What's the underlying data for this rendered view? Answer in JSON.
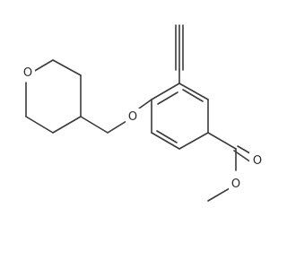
{
  "molecule": {
    "atoms": {
      "o_ring": "O",
      "o_ether": "O",
      "o_carbonyl": "O",
      "o_ester": "O"
    }
  },
  "colors": {
    "bond": "#3a3a3a",
    "label": "#2b2b2b",
    "background": "#ffffff"
  }
}
